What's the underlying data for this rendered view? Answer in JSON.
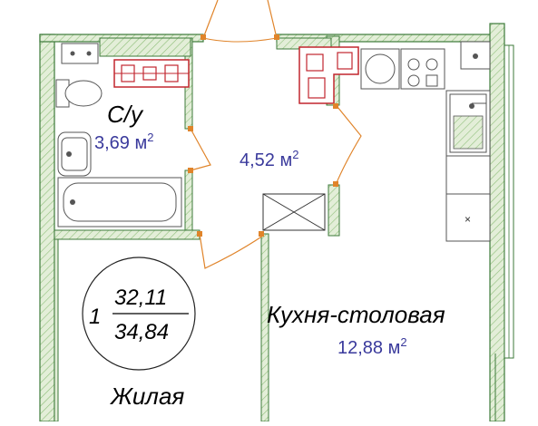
{
  "plan": {
    "rooms": [
      {
        "name": "Bathroom",
        "label": "С/у",
        "area": "3,69",
        "unit": "м",
        "sup": "2"
      },
      {
        "name": "Hallway",
        "label": "",
        "area": "4,52",
        "unit": "м",
        "sup": "2"
      },
      {
        "name": "Kitchen",
        "label": "Кухня-столовая",
        "area": "12,88",
        "unit": "м",
        "sup": "2"
      },
      {
        "name": "Living",
        "label": "Жилая",
        "area": "",
        "unit": "",
        "sup": ""
      }
    ],
    "unit_badge": {
      "rooms_count": "1",
      "living_area": "32,11",
      "total_area": "34,84"
    }
  },
  "colors": {
    "wall_fill": "#e3eed8",
    "wall_stroke": "#3c7a3a",
    "door_swing": "#e0842a",
    "area_text": "#3a3a9c",
    "vent_red": "#c2262e"
  }
}
